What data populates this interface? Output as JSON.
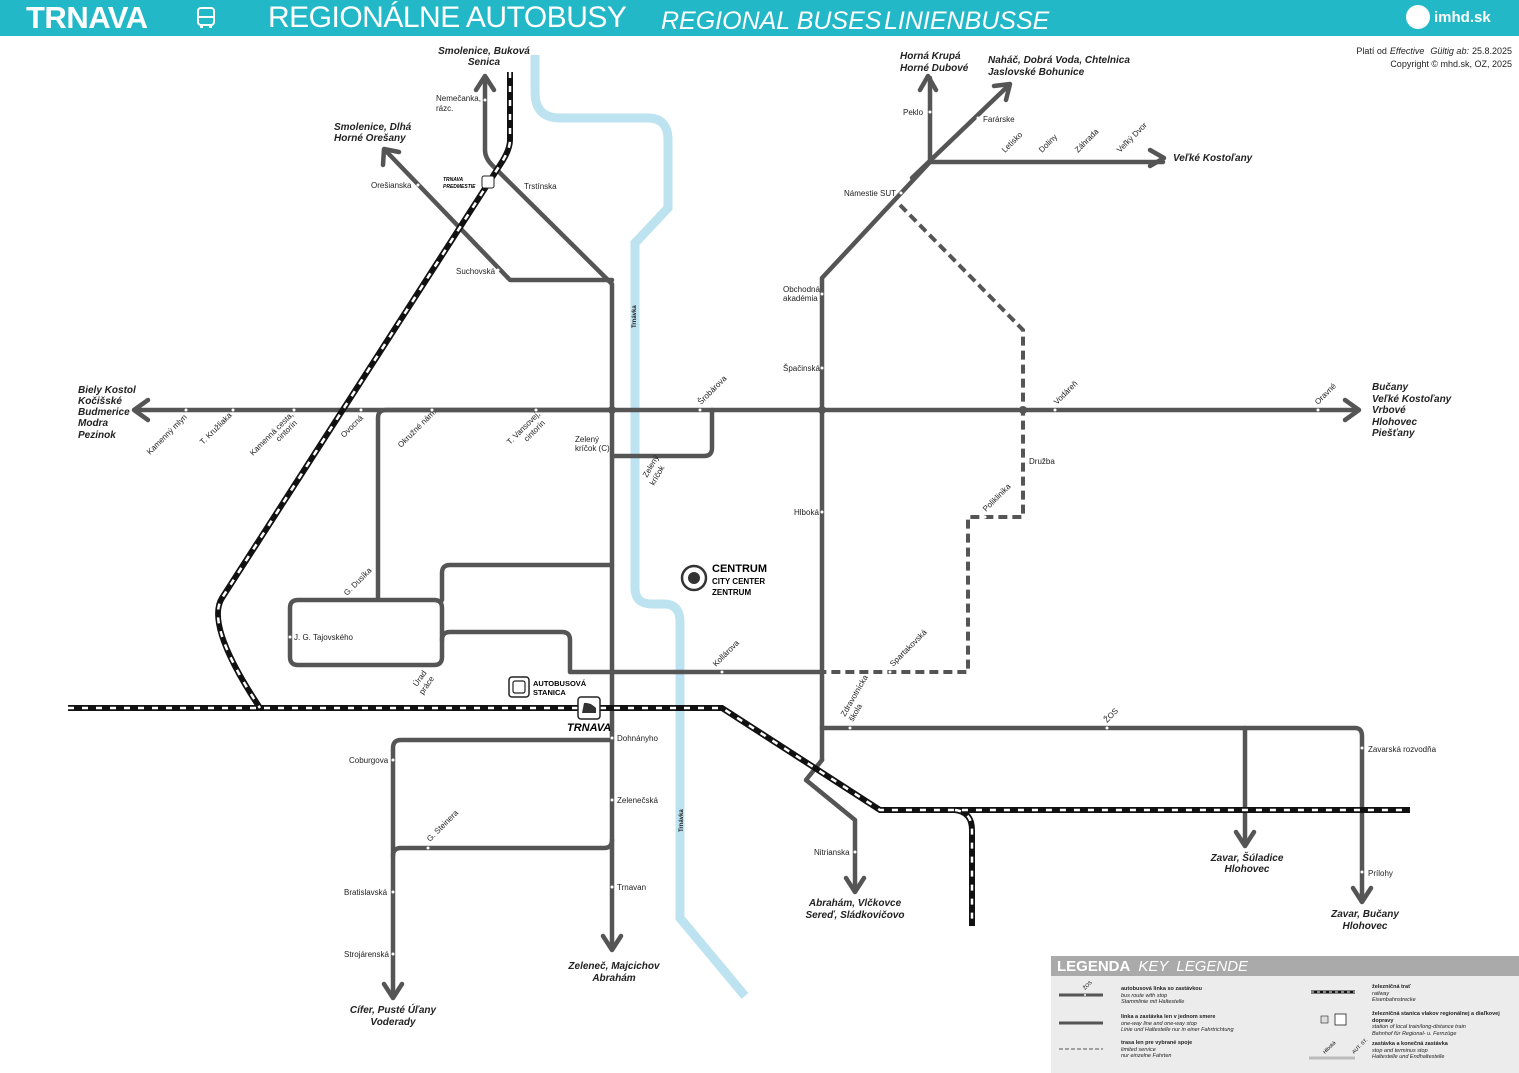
{
  "header": {
    "city": "TRNAVA",
    "title_sk": "REGIONÁLNE AUTOBUSY",
    "title_en": "REGIONAL BUSES",
    "title_de": "LINIENBUSSE",
    "logo": "imhd.sk",
    "icon": "bus-icon",
    "color": "#22b8c8"
  },
  "validity": {
    "label_sk": "Platí od",
    "label_en": "Effective",
    "label_de": "Gültig ab:",
    "date": "25.8.2025",
    "copyright": "Copyright © mhd.sk, OZ, 2025"
  },
  "colors": {
    "route": "#555555",
    "railway": "#111111",
    "river": "#bde3f0"
  },
  "destinations": {
    "west": [
      "Biely Kostol",
      "Kočišské",
      "Budmerice",
      "Modra",
      "Pezinok"
    ],
    "north": [
      "Smolenice, Buková",
      "Senica"
    ],
    "northwest": [
      "Smolenice, Dlhá",
      "Horné Orešany"
    ],
    "horna_krupa": [
      "Horná Krupá",
      "Horné Dubové"
    ],
    "nahac": [
      "Naháč, Dobrá Voda, Chtelnica",
      "Jaslovské Bohunice"
    ],
    "kostolany": "Veľké Kostoľany",
    "east": [
      "Bučany",
      "Veľké Kostoľany",
      "Vrbové",
      "Hlohovec",
      "Piešťany"
    ],
    "sered": [
      "Abrahám, Vlčkovce",
      "Sereď, Sládkovičovo"
    ],
    "zavar_s": [
      "Zavar, Šúladice",
      "Hlohovec"
    ],
    "zavar_b": [
      "Zavar, Bučany",
      "Hlohovec"
    ],
    "zelenec": [
      "Zeleneč, Majcichov",
      "Abrahám"
    ],
    "cifer": [
      "Cífer, Pusté Úľany",
      "Voderady"
    ]
  },
  "stops": {
    "kamenny_mlyn": "Kamenný mlyn",
    "kruzliaka": "T. Kružliaka",
    "kamenna_cesta": [
      "Kamenná cesta,",
      "cintorín"
    ],
    "ovocna": "Ovocná",
    "okruzne": "Okružné nám.",
    "vansovej": [
      "T. Vansovej,",
      "cintorín"
    ],
    "srobarova": "Šrobárova",
    "zeleny_kricok_c": [
      "Zelený",
      "kríčok (C)"
    ],
    "zeleny_kricok": [
      "Zelený",
      "kríčok"
    ],
    "nemecanka": [
      "Nemečanka,",
      "rázc."
    ],
    "oresianska": "Orešianska",
    "trstinska": "Trstínska",
    "suchovska": "Suchovská",
    "peklo": "Peklo",
    "fararske": "Farárske",
    "letisko": "Letisko",
    "doliny": "Doliny",
    "zahrada": "Záhrada",
    "velky_dvor": "Veľký Dvor",
    "namestie_sut": "Námestie SUT",
    "obchodna": [
      "Obchodná",
      "akadémia"
    ],
    "spacinska": "Špačinská",
    "vodaren": "Vodáreň",
    "oravne": "Oravné",
    "druzba": "Družba",
    "poliklinika": "Poliklinika",
    "hlboka": "Hlboká",
    "g_dusika": "G. Dusíka",
    "tajovskeho": "J. G. Tajovského",
    "urad_prace": [
      "Úrad",
      "práce"
    ],
    "kollarova": "Kollárova",
    "spartakovska": "Spartakovská",
    "zdravotnicka": [
      "Zdravotnícka",
      "škola"
    ],
    "zos": "ŽOS",
    "zavarska": "Zavarská rozvodňa",
    "prilohy": "Prílohy",
    "nitrianska": "Nitrianska",
    "dohnanyho": "Dohnányho",
    "coburgova": "Coburgova",
    "zelenecska": "Zelenečská",
    "g_steinera": "G. Steinera",
    "bratislavska": "Bratislavská",
    "trnavan": "Trnavan",
    "strojarenska": "Strojárenská"
  },
  "landmarks": {
    "centrum": [
      "CENTRUM",
      "CITY CENTER",
      "ZENTRUM"
    ],
    "bus_station": [
      "AUTOBUSOVÁ",
      "STANICA"
    ],
    "railway_station": "TRNAVA",
    "predmestie": [
      "TRNAVA",
      "PREDMESTIE"
    ],
    "river": "Trnávka"
  },
  "legend": {
    "title_sk": "LEGENDA",
    "title_en": "KEY",
    "title_de": "LEGENDE",
    "sample_stop": "ŽOS",
    "sample_stop2": "Hlboká",
    "sample_terminus": "AUT. ST.",
    "items": [
      {
        "sk": "autobusová linka so zastávkou",
        "en": "bus route with stop",
        "de": "Stammlinie mit Haltestelle"
      },
      {
        "sk": "linka a zastávka len v jednom smere",
        "en": "one-way line and one-way stop",
        "de": "Linie und Haltestelle nur in einer Fahrtrichtung"
      },
      {
        "sk": "trasa len pre vybrané spoje",
        "en": "limited service",
        "de": "nur einzelne Fahrten"
      },
      {
        "sk": "železničná trať",
        "en": "railway",
        "de": "Eisenbahnstrecke"
      },
      {
        "sk": "železničná stanica vlakov regionálnej a diaľkovej dopravy",
        "en": "station of local train/long-distance train",
        "de": "Bahnhof für Regional- u. Fernzüge"
      },
      {
        "sk": "zastávka a konečná zastávka",
        "en": "stop and terminus stop",
        "de": "Haltestelle und Endhaltestelle"
      }
    ]
  }
}
